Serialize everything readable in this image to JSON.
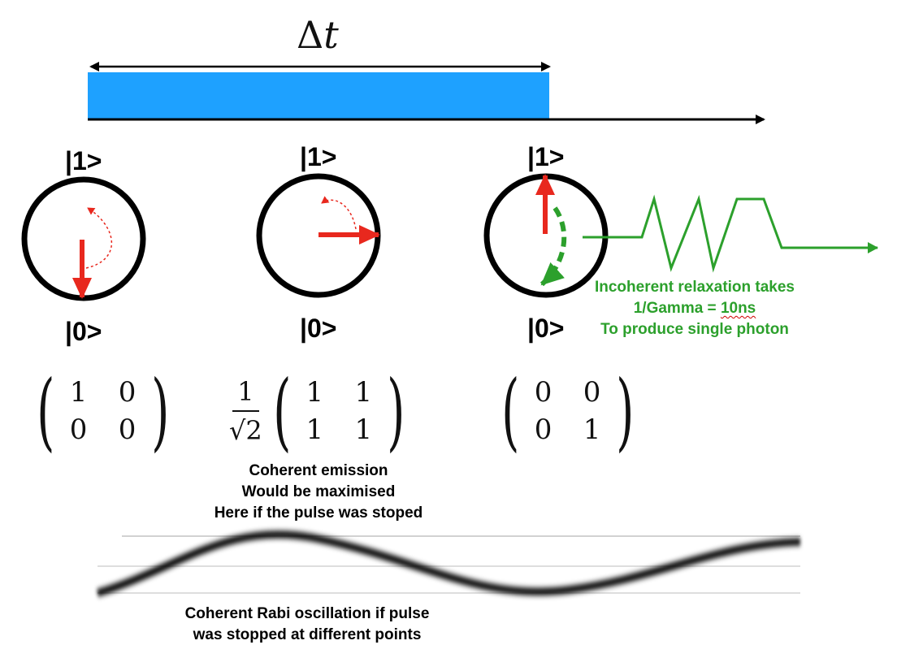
{
  "colors": {
    "pulse": "#1ea1ff",
    "state_arrow": "#e8281e",
    "relaxation": "#2ca02c",
    "outline": "#000000"
  },
  "timeline": {
    "delta_symbol": "Δ",
    "delta_var": "t"
  },
  "states": [
    {
      "top_ket": "|1>",
      "bottom_ket": "|0>",
      "matrix": [
        "1",
        "0",
        "0",
        "0"
      ]
    },
    {
      "top_ket": "|1>",
      "bottom_ket": "|0>",
      "prefactor_num": "1",
      "prefactor_den": "√2",
      "matrix": [
        "1",
        "1",
        "1",
        "1"
      ]
    },
    {
      "top_ket": "|1>",
      "bottom_ket": "|0>",
      "matrix": [
        "0",
        "0",
        "0",
        "1"
      ]
    }
  ],
  "relaxation_note": {
    "line1": "Incoherent relaxation takes",
    "line2_prefix": "1/Gamma = ",
    "line2_value": "10ns",
    "line3": "To produce single photon"
  },
  "emission_note": {
    "line1": "Coherent emission",
    "line2": "Would be maximised",
    "line3": "Here if the pulse was stoped"
  },
  "rabi_note": {
    "line1": "Coherent Rabi oscillation if pulse",
    "line2": "was stopped at different points"
  }
}
